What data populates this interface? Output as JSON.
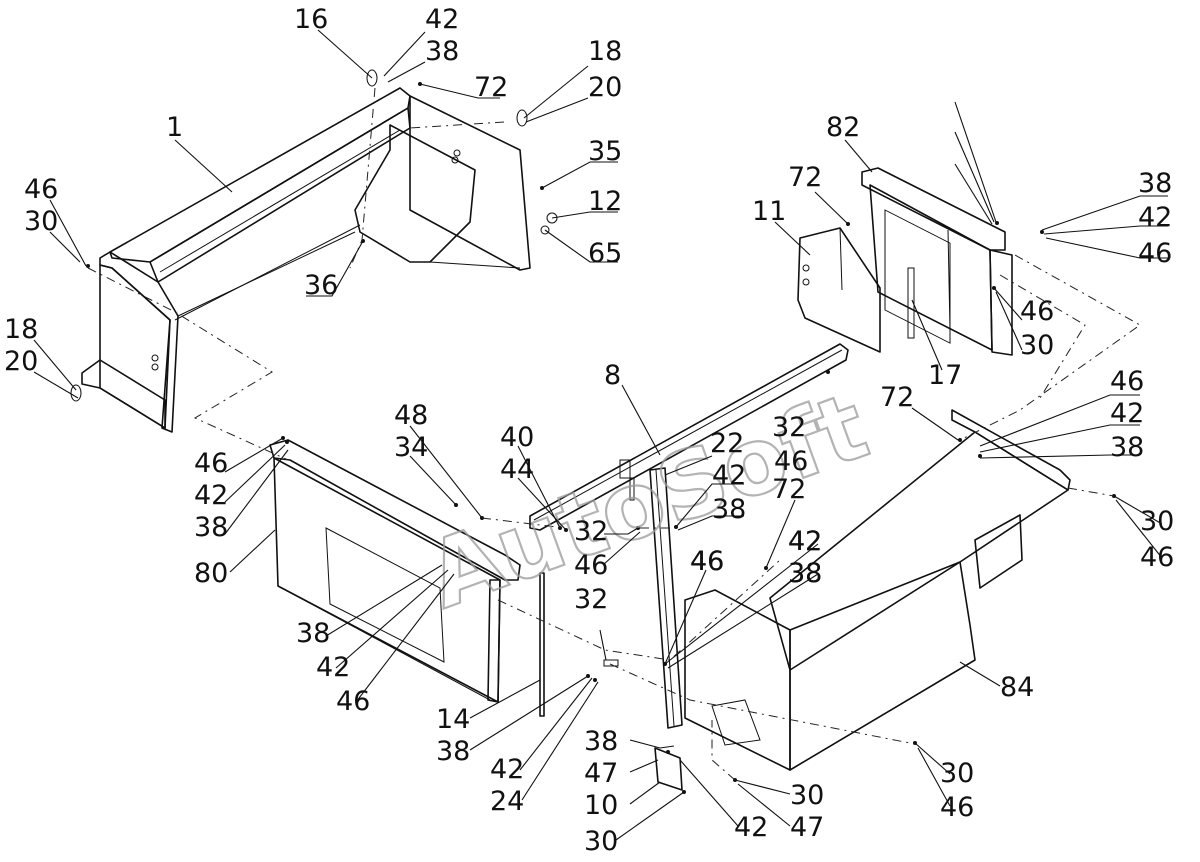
{
  "watermark": "AutoSoft",
  "callouts": [
    {
      "id": "c16a",
      "text": "16"
    },
    {
      "id": "c42a",
      "text": "42"
    },
    {
      "id": "c38a",
      "text": "38"
    },
    {
      "id": "c72a",
      "text": "72"
    },
    {
      "id": "c18a",
      "text": "18"
    },
    {
      "id": "c20a",
      "text": "20"
    },
    {
      "id": "c35",
      "text": "35"
    },
    {
      "id": "c12",
      "text": "12"
    },
    {
      "id": "c65",
      "text": "65"
    },
    {
      "id": "c36",
      "text": "36"
    },
    {
      "id": "c1",
      "text": "1"
    },
    {
      "id": "c46a",
      "text": "46"
    },
    {
      "id": "c30a",
      "text": "30"
    },
    {
      "id": "c18b",
      "text": "18"
    },
    {
      "id": "c20b",
      "text": "20"
    },
    {
      "id": "c46b",
      "text": "46"
    },
    {
      "id": "c42b",
      "text": "42"
    },
    {
      "id": "c38b",
      "text": "38"
    },
    {
      "id": "c82",
      "text": "82"
    },
    {
      "id": "c72b",
      "text": "72"
    },
    {
      "id": "c11",
      "text": "11"
    },
    {
      "id": "c38c",
      "text": "38"
    },
    {
      "id": "c42c",
      "text": "42"
    },
    {
      "id": "c46c",
      "text": "46"
    },
    {
      "id": "c46d",
      "text": "46"
    },
    {
      "id": "c30b",
      "text": "30"
    },
    {
      "id": "c17",
      "text": "17"
    },
    {
      "id": "c8",
      "text": "8"
    },
    {
      "id": "c72c",
      "text": "72"
    },
    {
      "id": "c46e",
      "text": "46"
    },
    {
      "id": "c42d",
      "text": "42"
    },
    {
      "id": "c38d",
      "text": "38"
    },
    {
      "id": "c48",
      "text": "48"
    },
    {
      "id": "c34",
      "text": "34"
    },
    {
      "id": "c40",
      "text": "40"
    },
    {
      "id": "c44",
      "text": "44"
    },
    {
      "id": "c32a",
      "text": "32"
    },
    {
      "id": "c46f",
      "text": "46"
    },
    {
      "id": "c22",
      "text": "22"
    },
    {
      "id": "c42e",
      "text": "42"
    },
    {
      "id": "c38e",
      "text": "38"
    },
    {
      "id": "c32b",
      "text": "32"
    },
    {
      "id": "c46g",
      "text": "46"
    },
    {
      "id": "c46h",
      "text": "46"
    },
    {
      "id": "c42f",
      "text": "42"
    },
    {
      "id": "c38f",
      "text": "38"
    },
    {
      "id": "c30c",
      "text": "30"
    },
    {
      "id": "c46i",
      "text": "46"
    },
    {
      "id": "c80",
      "text": "80"
    },
    {
      "id": "c38g",
      "text": "38"
    },
    {
      "id": "c42g",
      "text": "42"
    },
    {
      "id": "c46j",
      "text": "46"
    },
    {
      "id": "c72d",
      "text": "72"
    },
    {
      "id": "c42h",
      "text": "42"
    },
    {
      "id": "c38h",
      "text": "38"
    },
    {
      "id": "c32c",
      "text": "32"
    },
    {
      "id": "c46k",
      "text": "46"
    },
    {
      "id": "c84",
      "text": "84"
    },
    {
      "id": "c14",
      "text": "14"
    },
    {
      "id": "c38i",
      "text": "38"
    },
    {
      "id": "c42i",
      "text": "42"
    },
    {
      "id": "c24",
      "text": "24"
    },
    {
      "id": "c38j",
      "text": "38"
    },
    {
      "id": "c47a",
      "text": "47"
    },
    {
      "id": "c10",
      "text": "10"
    },
    {
      "id": "c30d",
      "text": "30"
    },
    {
      "id": "c42j",
      "text": "42"
    },
    {
      "id": "c30e",
      "text": "30"
    },
    {
      "id": "c47b",
      "text": "47"
    },
    {
      "id": "c30f",
      "text": "30"
    },
    {
      "id": "c46l",
      "text": "46"
    }
  ]
}
